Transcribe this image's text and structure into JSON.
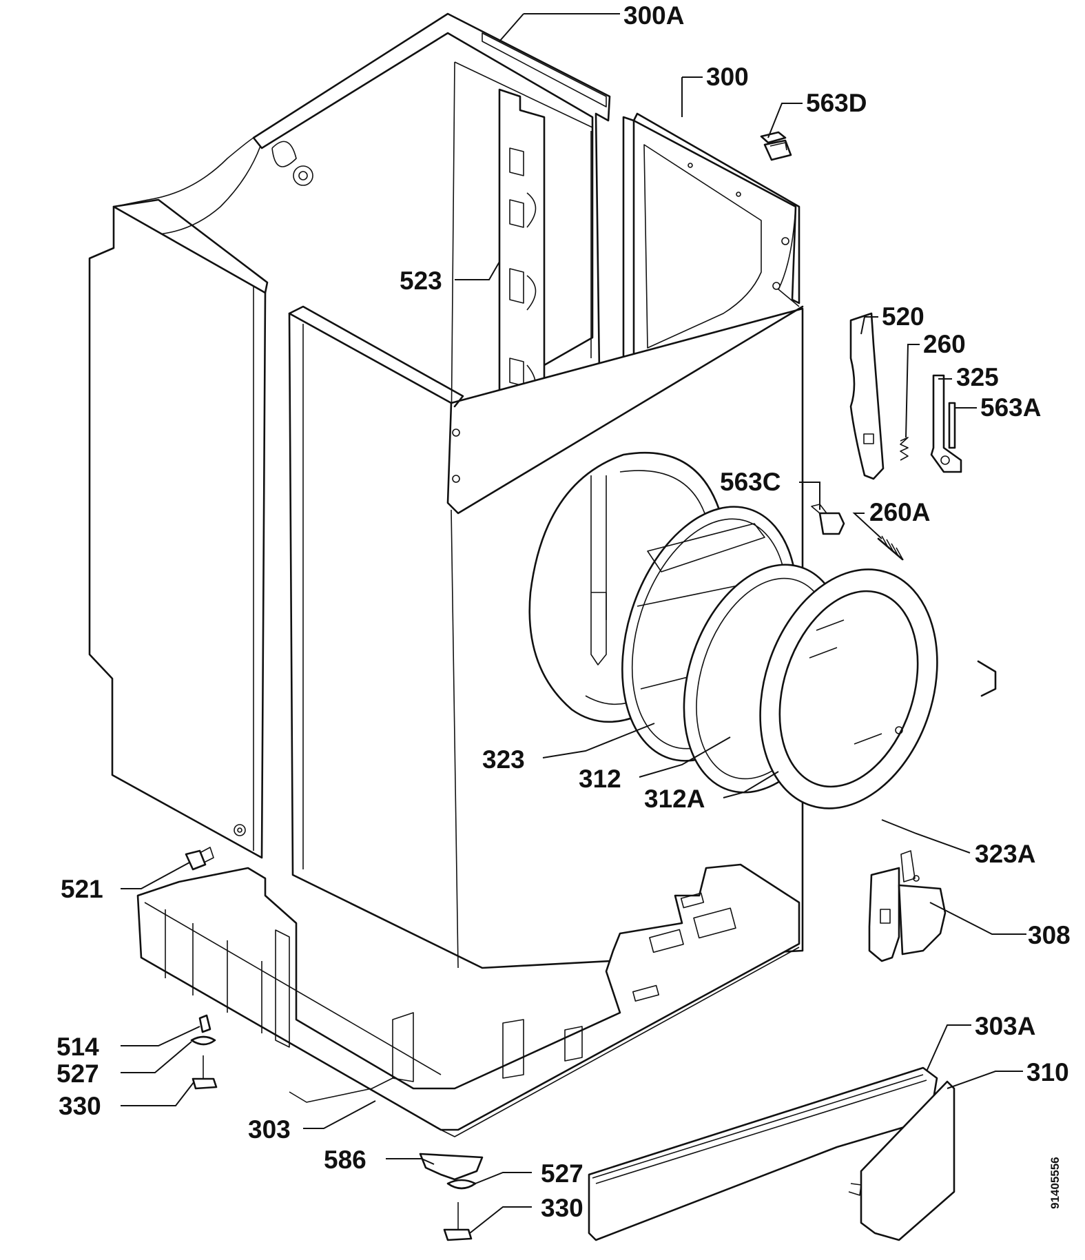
{
  "diagram": {
    "document_number": "91405556",
    "callouts": [
      {
        "id": "300A",
        "label": "300A"
      },
      {
        "id": "300",
        "label": "300"
      },
      {
        "id": "563D",
        "label": "563D"
      },
      {
        "id": "523",
        "label": "523"
      },
      {
        "id": "520",
        "label": "520"
      },
      {
        "id": "260",
        "label": "260"
      },
      {
        "id": "325",
        "label": "325"
      },
      {
        "id": "563A",
        "label": "563A"
      },
      {
        "id": "563C",
        "label": "563C"
      },
      {
        "id": "260A",
        "label": "260A"
      },
      {
        "id": "323",
        "label": "323"
      },
      {
        "id": "312",
        "label": "312"
      },
      {
        "id": "312A",
        "label": "312A"
      },
      {
        "id": "323A",
        "label": "323A"
      },
      {
        "id": "521",
        "label": "521"
      },
      {
        "id": "308",
        "label": "308"
      },
      {
        "id": "514",
        "label": "514"
      },
      {
        "id": "527-left",
        "label": "527"
      },
      {
        "id": "330-left",
        "label": "330"
      },
      {
        "id": "303A",
        "label": "303A"
      },
      {
        "id": "310",
        "label": "310"
      },
      {
        "id": "303",
        "label": "303"
      },
      {
        "id": "586",
        "label": "586"
      },
      {
        "id": "527-bottom",
        "label": "527"
      },
      {
        "id": "330-bottom",
        "label": "330"
      }
    ]
  }
}
